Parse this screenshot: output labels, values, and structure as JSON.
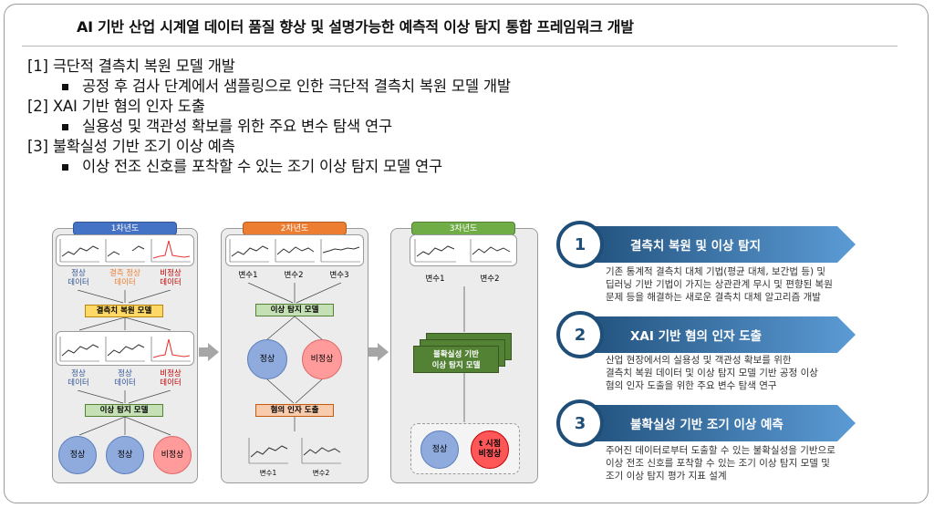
{
  "title": "AI 기반 산업 시계열 데이터 품질 향상 및 설명가능한 예측적 이상 탐지 통합 프레임워크 개발",
  "outline": [
    {
      "heading": "[1] 극단적 결측치 복원 모델 개발",
      "bullet": "공정 후 검사 단계에서 샘플링으로 인한 극단적 결측치 복원 모델 개발"
    },
    {
      "heading": "[2] XAI 기반 혐의 인자 도출",
      "bullet": "실용성 및 객관성 확보를 위한 주요 변수 탐색 연구"
    },
    {
      "heading": "[3] 불확실성 기반 조기 이상 예측",
      "bullet": "이상 전조 신호를 포착할 수 있는 조기 이상 탐지 모델 연구"
    }
  ],
  "year1": {
    "label": "1차년도",
    "captions": [
      [
        "정상",
        "데이터"
      ],
      [
        "결측 정상",
        "데이터"
      ],
      [
        "비정상",
        "데이터"
      ]
    ],
    "captions2": [
      [
        "정상",
        "데이터"
      ],
      [
        "정상",
        "데이터"
      ],
      [
        "비정상",
        "데이터"
      ]
    ],
    "box1": "결측치 복원 모델",
    "box2": "이상 탐지 모델",
    "results": [
      "정상",
      "정상",
      "비정상"
    ]
  },
  "year2": {
    "label": "2차년도",
    "vars": [
      "변수1",
      "변수2",
      "변수3"
    ],
    "box1": "이상 탐지 모델",
    "results": [
      "정상",
      "비정상"
    ],
    "box2": "혐의 인자 도출",
    "bottom_vars": [
      "변수1",
      "변수2"
    ]
  },
  "year3": {
    "label": "3차년도",
    "vars": [
      "변수1",
      "변수2"
    ],
    "box_line1": "불확실성 기반",
    "box_line2": "이상 탐지 모델",
    "result_normal": "정상",
    "result_t1": "t 시점",
    "result_t2": "비정상"
  },
  "goals": [
    {
      "num": "1",
      "title": "결측치 복원 및 이상 탐지",
      "desc": [
        "기존 통계적 결측치 대체 기법(평균 대체, 보간법 등) 및",
        "딥러닝 기반 기법이 가지는 상관관계 무시 및 편향된 복원",
        "문제 등을 해결하는 새로운 결측치 대체 알고리즘 개발"
      ]
    },
    {
      "num": "2",
      "title": "XAI 기반 혐의 인자 도출",
      "desc": [
        "산업 현장에서의 실용성 및 객관성 확보를 위한",
        "결측치 복원 데이터 및 이상 탐지 모델 기반 공정 이상",
        "혐의 인자 도출을 위한 주요 변수 탐색 연구"
      ]
    },
    {
      "num": "3",
      "title": "불확실성 기반 조기 이상 예측",
      "desc": [
        "주어진 데이터로부터 도출할 수 있는 불확실성을 기반으로",
        "이상 전조 신호를 포착할 수 있는 조기 이상 탐지 모델 및",
        "조기 이상 탐지 평가 지표 설계"
      ]
    }
  ],
  "colors": {
    "year1": "#4472c4",
    "year2": "#ed7d31",
    "year3": "#70ad47",
    "band_dark": "#1f4e79",
    "band_light": "#5b9bd5",
    "normal_text": "#2f5597",
    "abnormal_text": "#c00000"
  }
}
